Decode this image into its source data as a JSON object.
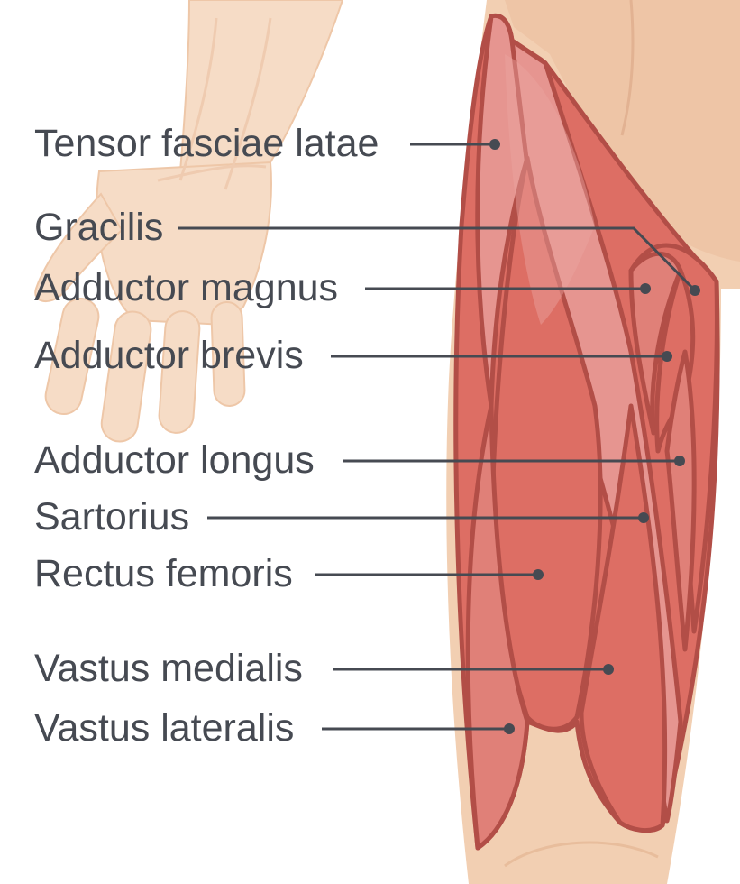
{
  "colors": {
    "skin": "#f2cfb2",
    "skin_shadow": "#e6b794",
    "muscle_fill": "#dd6e64",
    "muscle_light": "#e69590",
    "muscle_outline": "#b24e47",
    "leader_line": "#464a52"
  },
  "labels": [
    {
      "id": "tensor-fasciae-latae",
      "text": "Tensor fasciae latae"
    },
    {
      "id": "gracilis",
      "text": "Gracilis"
    },
    {
      "id": "adductor-magnus",
      "text": "Adductor magnus"
    },
    {
      "id": "adductor-brevis",
      "text": "Adductor brevis"
    },
    {
      "id": "adductor-longus",
      "text": "Adductor longus"
    },
    {
      "id": "sartorius",
      "text": "Sartorius"
    },
    {
      "id": "rectus-femoris",
      "text": "Rectus femoris"
    },
    {
      "id": "vastus-medialis",
      "text": "Vastus medialis"
    },
    {
      "id": "vastus-lateralis",
      "text": "Vastus lateralis"
    }
  ]
}
